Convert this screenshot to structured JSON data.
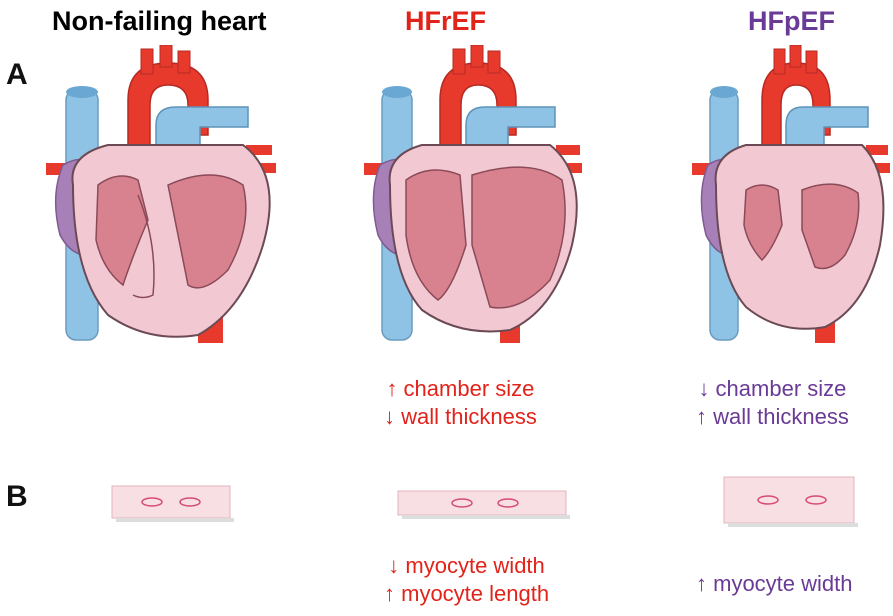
{
  "panels": {
    "a_label": "A",
    "b_label": "B"
  },
  "columns": [
    {
      "title": "Non-failing heart",
      "title_color": "#111111",
      "change_lines": [],
      "myocyte_lines": []
    },
    {
      "title": "HFrEF",
      "title_color": "#e2231a",
      "change_lines": [
        "↑ chamber size",
        "↓ wall thickness"
      ],
      "myocyte_lines": [
        "↓ myocyte width",
        "↑ myocyte length"
      ]
    },
    {
      "title": "HFpEF",
      "title_color": "#6a3b96",
      "change_lines": [
        "↓ chamber size",
        "↑ wall thickness"
      ],
      "myocyte_lines": [
        "↑ myocyte width"
      ]
    }
  ],
  "colors": {
    "aorta": "#e8392d",
    "vein": "#8fc3e6",
    "atrium": "#a880b8",
    "wall": "#f2c9d3",
    "chamber": "#d9828f",
    "outline": "#6b4a56",
    "cell": "#f8dfe3",
    "nucleus": "#d64a76"
  }
}
